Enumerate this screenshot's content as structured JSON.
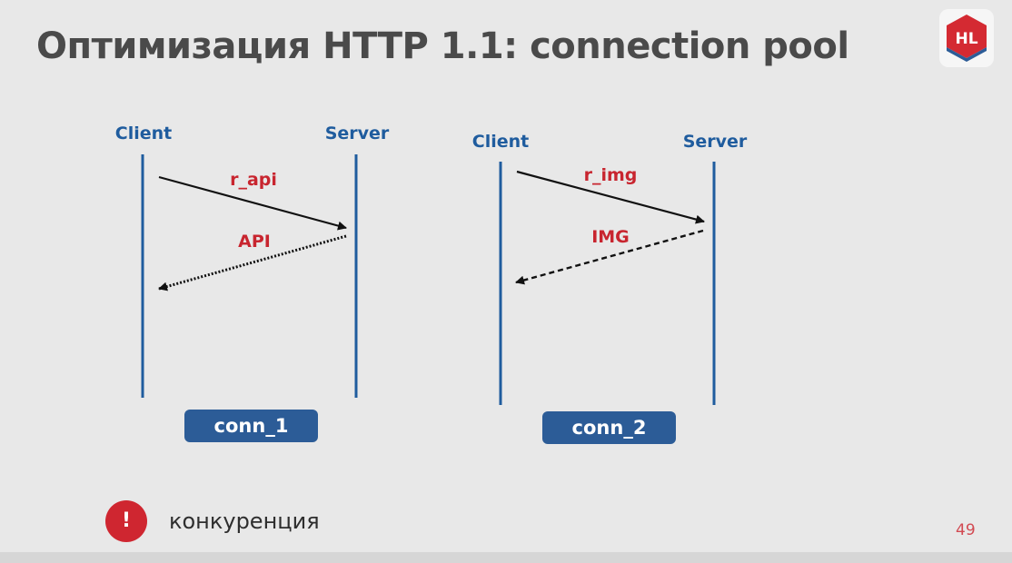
{
  "slide": {
    "title": "Оптимизация HTTP 1.1: connection pool",
    "logo_text": "HL",
    "page_number": "49",
    "colors": {
      "accent_red": "#c8252f",
      "lane_blue": "#1f5c9e",
      "box_blue": "#2c5c97"
    }
  },
  "diagrams": [
    {
      "client_label": "Client",
      "server_label": "Server",
      "request_label": "r_api",
      "response_label": "API",
      "response_style": "dotted",
      "connection_label": "conn_1"
    },
    {
      "client_label": "Client",
      "server_label": "Server",
      "request_label": "r_img",
      "response_label": "IMG",
      "response_style": "dashed",
      "connection_label": "conn_2"
    }
  ],
  "note": {
    "icon": "exclamation-icon",
    "icon_glyph": "!",
    "text": "конкуренция"
  }
}
